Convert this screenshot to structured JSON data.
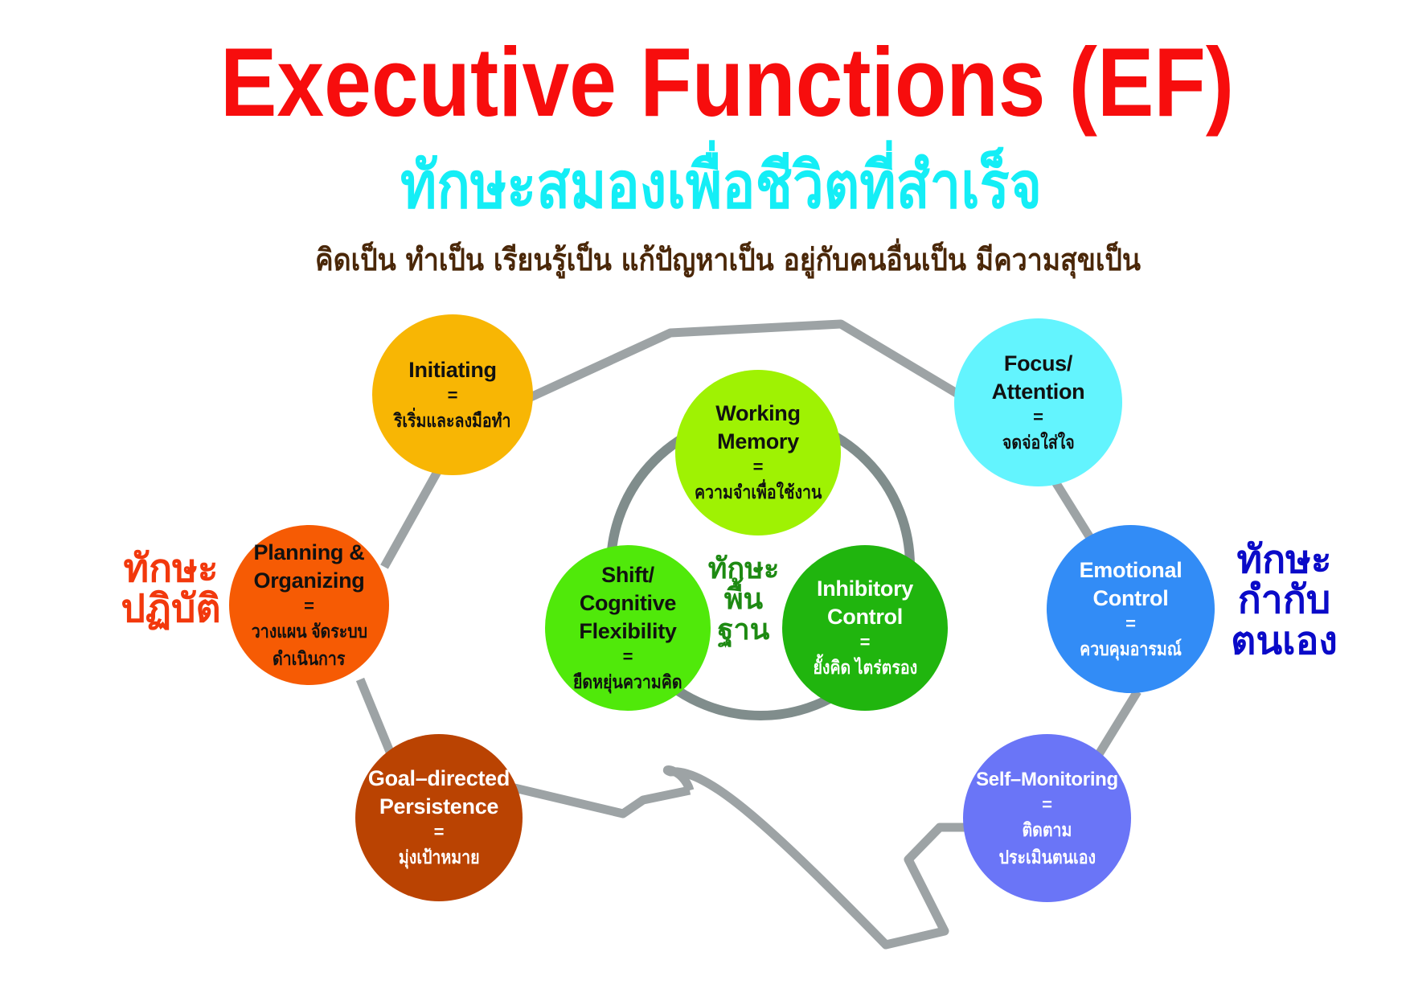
{
  "title": "Executive Functions (EF)",
  "subtitle": "ทักษะสมองเพื่อชีวิตที่สำเร็จ",
  "tagline": "คิดเป็น ทำเป็น เรียนรู้เป็น แก้ปัญหาเป็น อยู่กับคนอื่นเป็น มีความสุขเป็น",
  "colors": {
    "title": "#f70d0d",
    "subtitle": "#14eef6",
    "tagline": "#4a2708",
    "connector": "#9da3a5",
    "ring": "#808d8c"
  },
  "groups": {
    "practical": {
      "line1": "ทักษะ",
      "line2": "ปฏิบัติ",
      "color": "#f2380c"
    },
    "basic": {
      "line1": "ทักษะ",
      "line2": "พื้นฐาน",
      "color": "#1d8a12"
    },
    "self_regulation": {
      "line1": "ทักษะ",
      "line2": "กำกับ",
      "line3": "ตนเอง",
      "color": "#0a0ac8"
    }
  },
  "nodes": {
    "initiating": {
      "title": "Initiating",
      "eq": "=",
      "thai": "ริเริ่มและลงมือทำ",
      "color": "#f8b604"
    },
    "planning": {
      "title1": "Planning &",
      "title2": "Organizing",
      "eq": "=",
      "thai1": "วางแผน จัดระบบ",
      "thai2": "ดำเนินการ",
      "color": "#f65b04"
    },
    "goal": {
      "title1": "Goal–directed",
      "title2": "Persistence",
      "eq": "=",
      "thai": "มุ่งเป้าหมาย",
      "color": "#ba4302"
    },
    "working_memory": {
      "title1": "Working",
      "title2": "Memory",
      "eq": "=",
      "thai": "ความจำเพื่อใช้งาน",
      "color": "#9ff203"
    },
    "shift": {
      "title1": "Shift/",
      "title2": "Cognitive",
      "title3": "Flexibility",
      "eq": "=",
      "thai": "ยืดหยุ่นความคิด",
      "color": "#50e90a"
    },
    "inhibitory": {
      "title1": "Inhibitory",
      "title2": "Control",
      "eq": "=",
      "thai": "ยั้งคิด ไตร่ตรอง",
      "color": "#20b50e"
    },
    "focus": {
      "title1": "Focus/",
      "title2": "Attention",
      "eq": "=",
      "thai": "จดจ่อใส่ใจ",
      "color": "#63f4fe"
    },
    "emotional": {
      "title1": "Emotional",
      "title2": "Control",
      "eq": "=",
      "thai": "ควบคุมอารมณ์",
      "color": "#328cf6"
    },
    "self_monitoring": {
      "title": "Self–Monitoring",
      "eq": "=",
      "thai1": "ติดตาม",
      "thai2": "ประเมินตนเอง",
      "color": "#6a75f7"
    }
  }
}
